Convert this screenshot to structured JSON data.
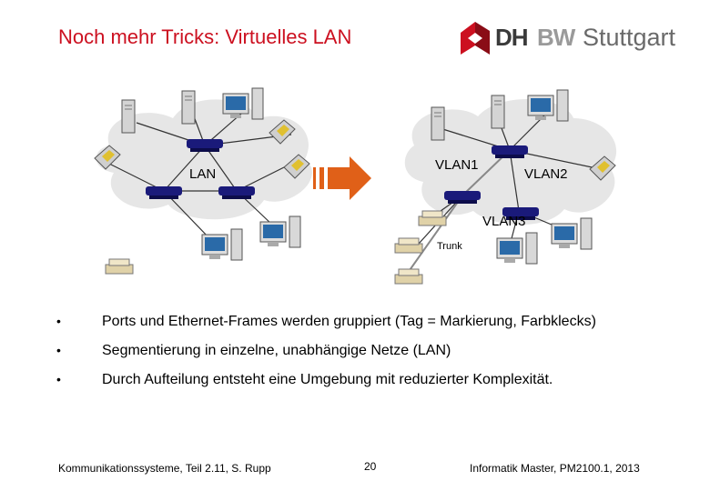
{
  "title": "Noch mehr Tricks: Virtuelles LAN",
  "logo": {
    "dh": "DH",
    "bw": "BW",
    "city": "Stuttgart",
    "color_red": "#cc1020"
  },
  "diagram": {
    "labels": {
      "lan": "LAN",
      "vlan1": "VLAN1",
      "vlan2": "VLAN2",
      "vlan3": "VLAN3",
      "trunk": "Trunk"
    },
    "colors": {
      "cloud": "#e6e6e6",
      "switch": "#1a1a7a",
      "arrow": "#e06018"
    }
  },
  "bullets": [
    {
      "marker": "•",
      "text": "Ports und Ethernet-Frames werden gruppiert (Tag = Markierung, Farbklecks)"
    },
    {
      "marker": "•",
      "text": "Segmentierung in einzelne, unabhängige Netze (LAN)"
    },
    {
      "marker": "•",
      "text": "Durch Aufteilung entsteht eine Umgebung mit reduzierter Komplexität."
    }
  ],
  "footer": {
    "left": "Kommunikationssysteme, Teil 2.11, S. Rupp",
    "page": "20",
    "right": "Informatik Master, PM2100.1, 2013"
  }
}
